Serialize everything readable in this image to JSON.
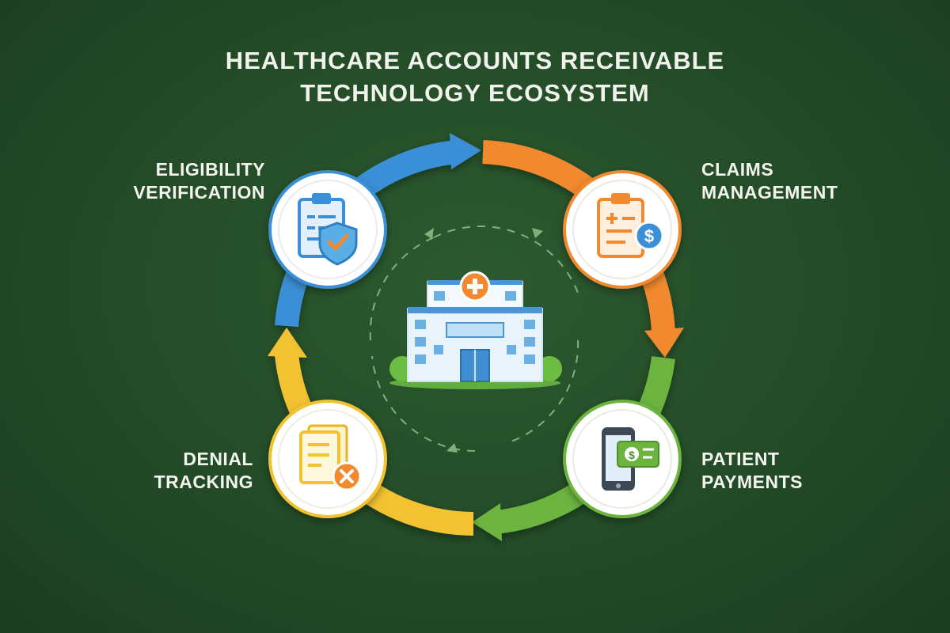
{
  "title": {
    "line1": "HEALTHCARE ACCOUNTS RECEIVABLE",
    "line2": "TECHNOLOGY ECOSYSTEM"
  },
  "stages": [
    {
      "id": "eligibility",
      "line1": "ELIGIBILITY",
      "line2": "VERIFICATION",
      "icon": "clipboard-shield-check-icon",
      "color": "#3a8fd6"
    },
    {
      "id": "claims",
      "line1": "CLAIMS",
      "line2": "MANAGEMENT",
      "icon": "clipboard-dollar-icon",
      "color": "#f2892e"
    },
    {
      "id": "payments",
      "line1": "PATIENT",
      "line2": "PAYMENTS",
      "icon": "phone-payment-icon",
      "color": "#6cb33f"
    },
    {
      "id": "denial",
      "line1": "DENIAL",
      "line2": "TRACKING",
      "icon": "document-x-icon",
      "color": "#f2c230"
    }
  ],
  "center": {
    "icon": "hospital-building-icon"
  },
  "colors": {
    "blue": "#3a8fd6",
    "orange": "#f2892e",
    "green": "#6cb33f",
    "yellow": "#f2c230",
    "background": "#234b27"
  }
}
